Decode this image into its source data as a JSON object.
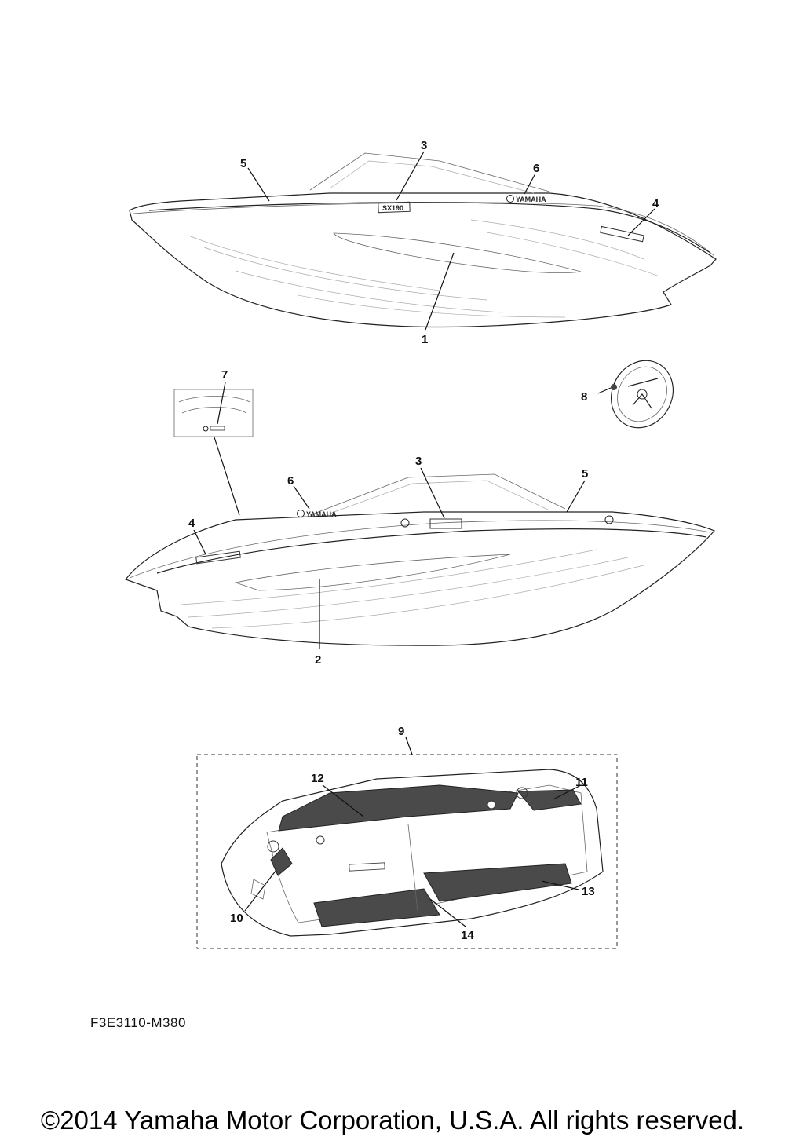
{
  "diagram": {
    "callouts": [
      "1",
      "2",
      "3",
      "4",
      "5",
      "6",
      "7",
      "8",
      "9",
      "10",
      "11",
      "12",
      "13",
      "14"
    ],
    "decals": {
      "brand": "YAMAHA",
      "model": "SX190"
    }
  },
  "footer": {
    "figure_code": "F3E3110-M380",
    "copyright": "©2014 Yamaha Motor Corporation, U.S.A. All rights reserved."
  }
}
